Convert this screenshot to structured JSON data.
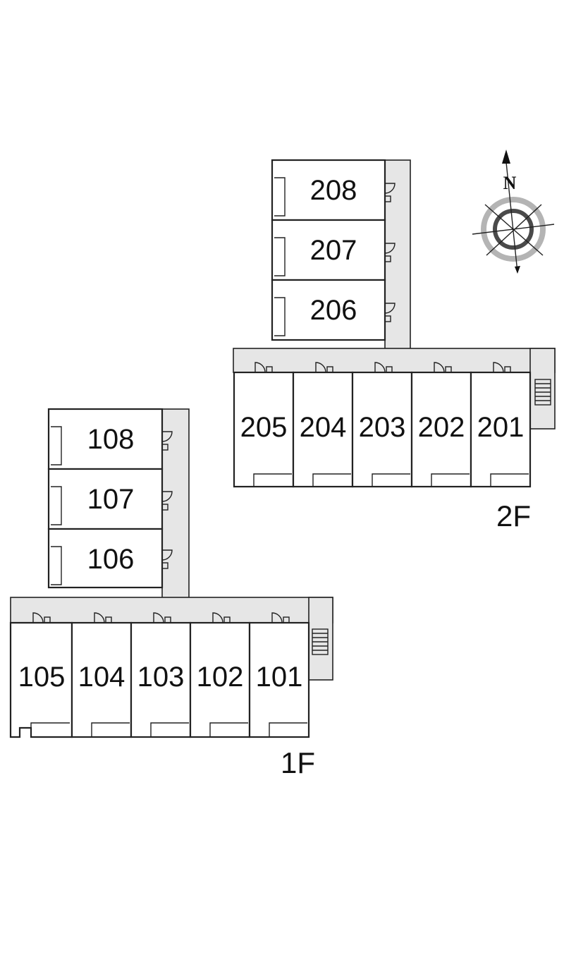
{
  "floors": [
    {
      "label": "2F",
      "units": [
        "208",
        "207",
        "206",
        "205",
        "204",
        "203",
        "202",
        "201"
      ]
    },
    {
      "label": "1F",
      "units": [
        "108",
        "107",
        "106",
        "105",
        "104",
        "103",
        "102",
        "101"
      ]
    }
  ],
  "compass": {
    "north_label": "N",
    "colors": {
      "ring_outer": "#b4b4b4",
      "ring_inner": "#4a4a4a"
    }
  },
  "colors": {
    "corridor": "#e6e6e6",
    "wall": "#222222",
    "background": "#ffffff"
  }
}
